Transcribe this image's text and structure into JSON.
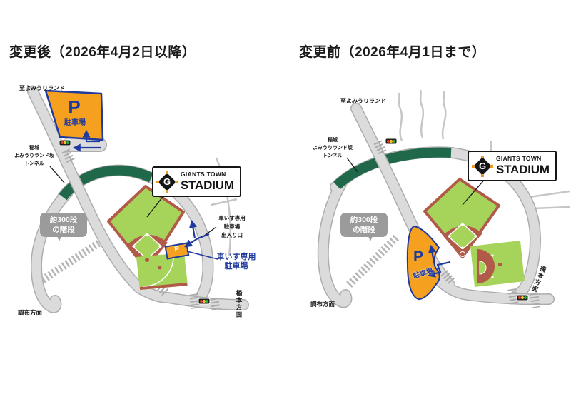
{
  "page": {
    "background": "#FFFFFF"
  },
  "colors": {
    "parking_orange": "#F5A11F",
    "accent_blue": "#1F3A9E",
    "road_gray": "#DBDBDB",
    "road_edge_gray": "#ADADAD",
    "tunnel_green": "#20684A",
    "field_green": "#A6D45A",
    "infield_clay": "#B25A49",
    "bubble_gray": "#9B9B9B",
    "signal_red": "#E03C2D",
    "signal_yellow": "#F2C21C",
    "signal_green": "#27A346"
  },
  "panels": [
    {
      "id": "after",
      "title": "変更後（2026年4月2日以降）",
      "labels": {
        "to_yomiuriland": "至よみうりランド",
        "tunnel_lines": [
          "稲城",
          "よみうりランド坂",
          "トンネル"
        ],
        "stairs_lines": [
          "約300段",
          "の階段"
        ],
        "chofu": "調布方面",
        "hashimoto": "橋本方面",
        "main_parking_p": "P",
        "main_parking": "駐車場",
        "wheelchair_p": "P",
        "wheelchair_parking_lines": [
          "車いす専用",
          "駐車場"
        ],
        "wheelchair_entrance_lines": [
          "車いす専用",
          "駐車場",
          "出入り口"
        ]
      },
      "logo": {
        "g": "G",
        "giants": "GIANTS TOWN",
        "stadium": "STADIUM"
      }
    },
    {
      "id": "before",
      "title": "変更前（2026年4月1日まで）",
      "labels": {
        "to_yomiuriland": "至よみうりランド",
        "tunnel_lines": [
          "稲城",
          "よみうりランド坂",
          "トンネル"
        ],
        "stairs_lines": [
          "約300段",
          "の階段"
        ],
        "chofu": "調布方面",
        "hashimoto": "橋本方面",
        "main_parking_p": "P",
        "main_parking": "駐車場"
      },
      "logo": {
        "g": "G",
        "giants": "GIANTS TOWN",
        "stadium": "STADIUM"
      }
    }
  ]
}
